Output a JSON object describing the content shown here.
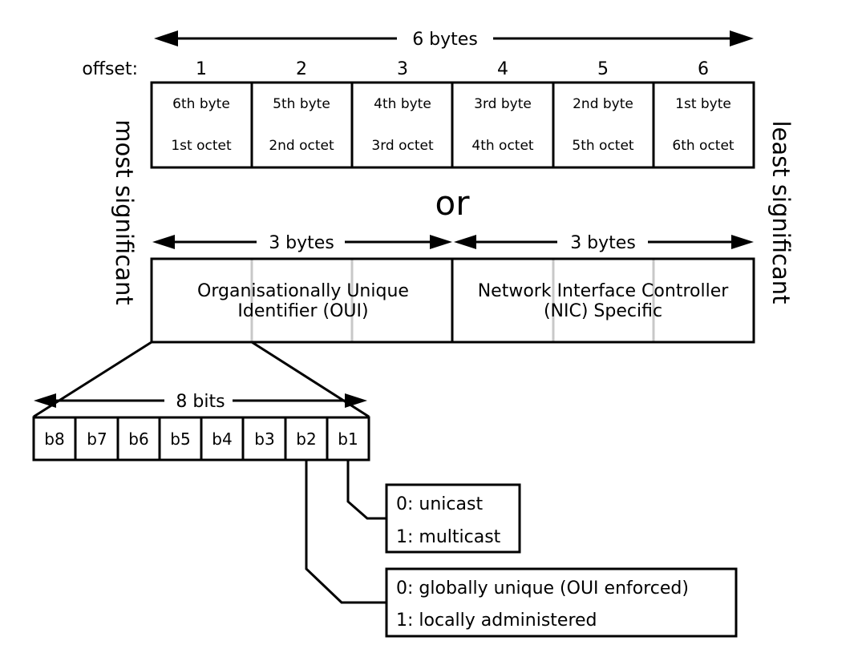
{
  "top": {
    "span_label": "6 bytes",
    "offset_label": "offset:",
    "offsets": [
      "1",
      "2",
      "3",
      "4",
      "5",
      "6"
    ],
    "cells": [
      {
        "byte": "6th byte",
        "octet": "1st octet"
      },
      {
        "byte": "5th byte",
        "octet": "2nd octet"
      },
      {
        "byte": "4th byte",
        "octet": "3rd octet"
      },
      {
        "byte": "3rd byte",
        "octet": "4th octet"
      },
      {
        "byte": "2nd byte",
        "octet": "5th octet"
      },
      {
        "byte": "1st byte",
        "octet": "6th octet"
      }
    ]
  },
  "or_label": "or",
  "side_labels": {
    "left": "most significant",
    "right": "least significant"
  },
  "middle": {
    "oui": {
      "span_label": "3 bytes",
      "line1": "Organisationally Unique",
      "line2": "Identifier (OUI)"
    },
    "nic": {
      "span_label": "3 bytes",
      "line1": "Network Interface Controller",
      "line2": "(NIC) Specific"
    }
  },
  "bits": {
    "span_label": "8 bits",
    "labels": [
      "b8",
      "b7",
      "b6",
      "b5",
      "b4",
      "b3",
      "b2",
      "b1"
    ]
  },
  "legend_b1": {
    "line1": "0: unicast",
    "line2": "1: multicast"
  },
  "legend_b2": {
    "line1": "0: globally unique (OUI enforced)",
    "line2": "1: locally administered"
  }
}
